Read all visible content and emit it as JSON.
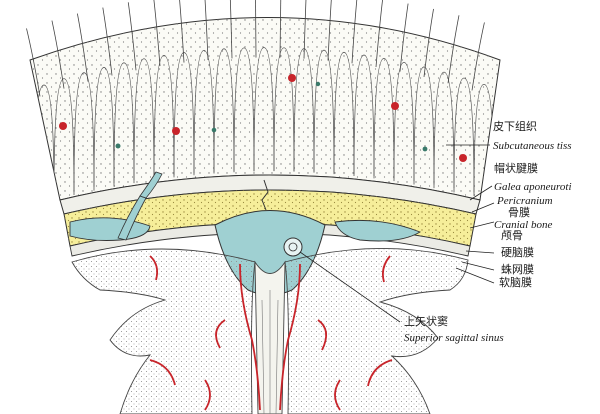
{
  "labels": {
    "subcutaneous_zh": "皮下组织",
    "subcutaneous_en": "Subcutaneous tiss",
    "galea_zh": "帽状腱膜",
    "galea_en": "Galea aponeuroti",
    "pericranium_en": "Pericranium",
    "bone_zh": "骨膜",
    "cranial_en": "Cranial bone",
    "cranial_zh": "颅骨",
    "dura_zh": "硬脑膜",
    "arachnoid_zh": "蛛网膜",
    "pia_zh": "软脑膜",
    "sinus_zh": "上矢状窦",
    "sinus_en": "Superior sagittal sinus"
  },
  "colors": {
    "bone": "#f6ee9a",
    "sinus": "#9fd0d2",
    "vessel": "#c8242a",
    "line": "#3a3a3a",
    "brain_dot": "#8a8a8a"
  }
}
